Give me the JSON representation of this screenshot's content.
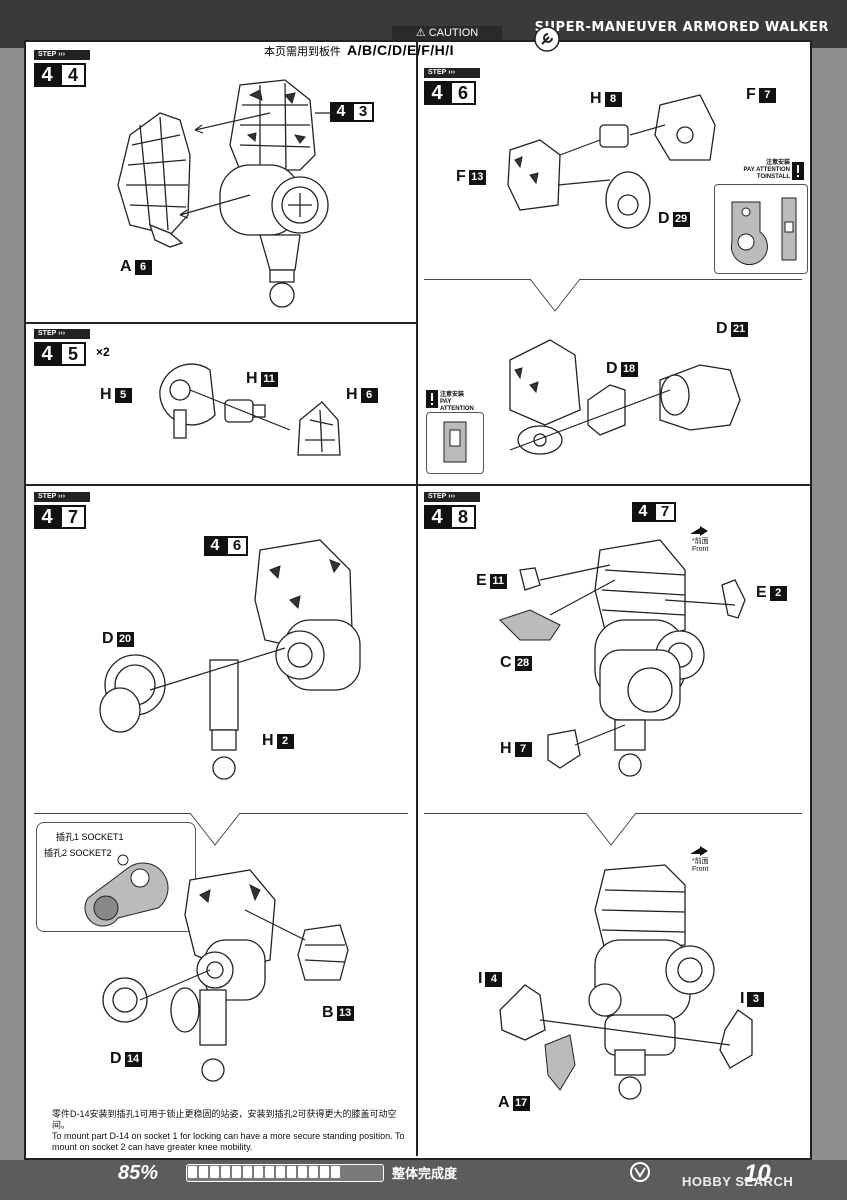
{
  "header": {
    "title": "SUPER-MANEUVER ARMORED WALKER",
    "caution": "CAUTION",
    "required_parts_label": "本页需用到板件",
    "required_parts": "A/B/C/D/E/F/H/I"
  },
  "steps": {
    "s44": {
      "tag": "STEP",
      "a": "4",
      "b": "4"
    },
    "s45": {
      "tag": "STEP",
      "a": "4",
      "b": "5",
      "times": "×2"
    },
    "s46": {
      "tag": "STEP",
      "a": "4",
      "b": "6"
    },
    "s47": {
      "tag": "STEP",
      "a": "4",
      "b": "7"
    },
    "s48": {
      "tag": "STEP",
      "a": "4",
      "b": "8"
    }
  },
  "refs": {
    "r43": {
      "a": "4",
      "b": "3"
    },
    "r46": {
      "a": "4",
      "b": "6"
    },
    "r47": {
      "a": "4",
      "b": "7"
    }
  },
  "parts": {
    "A6": {
      "letter": "A",
      "num": "6"
    },
    "H5": {
      "letter": "H",
      "num": "5"
    },
    "H11": {
      "letter": "H",
      "num": "11"
    },
    "H6": {
      "letter": "H",
      "num": "6"
    },
    "H8": {
      "letter": "H",
      "num": "8"
    },
    "F7": {
      "letter": "F",
      "num": "7"
    },
    "F13": {
      "letter": "F",
      "num": "13"
    },
    "D29": {
      "letter": "D",
      "num": "29"
    },
    "D21": {
      "letter": "D",
      "num": "21"
    },
    "D18": {
      "letter": "D",
      "num": "18"
    },
    "D20": {
      "letter": "D",
      "num": "20"
    },
    "H2": {
      "letter": "H",
      "num": "2"
    },
    "E11": {
      "letter": "E",
      "num": "11"
    },
    "E2": {
      "letter": "E",
      "num": "2"
    },
    "C28": {
      "letter": "C",
      "num": "28"
    },
    "H7": {
      "letter": "H",
      "num": "7"
    },
    "B13": {
      "letter": "B",
      "num": "13"
    },
    "D14": {
      "letter": "D",
      "num": "14"
    },
    "I4": {
      "letter": "I",
      "num": "4"
    },
    "I3": {
      "letter": "I",
      "num": "3"
    },
    "A17": {
      "letter": "A",
      "num": "17"
    }
  },
  "attention": {
    "cn": "注意安装",
    "en1": "PAY ATTENTION",
    "en2": "TOINSTALL"
  },
  "front": {
    "cn": "前面",
    "en": "Front"
  },
  "sockets": {
    "s1": "插孔1 SOCKET1",
    "s2": "插孔2 SOCKET2"
  },
  "note": {
    "cn": "零件D-14安装到插孔1可用于锁止更稳固的站姿，安装到插孔2可获得更大的膝盖可动空间。",
    "en": "To mount part D-14 on socket 1 for locking can have a more secure standing position. To mount on socket 2 can have greater knee mobility."
  },
  "footer": {
    "percent": "85%",
    "progress_value": 0.85,
    "progress_label": "整体完成度",
    "page_number": "10",
    "watermark": "HOBBY SEARCH"
  },
  "colors": {
    "bar": "#5c5c5c",
    "sheet": "#ffffff",
    "ink": "#111111"
  }
}
